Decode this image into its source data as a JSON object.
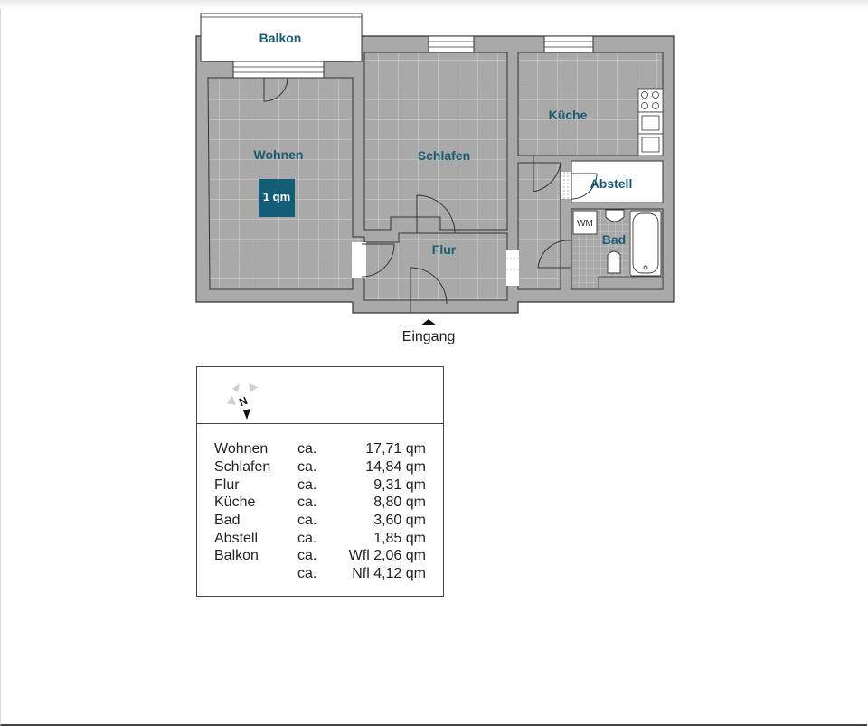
{
  "rooms": {
    "balkon": "Balkon",
    "wohnen": "Wohnen",
    "schlafen": "Schlafen",
    "kueche": "Küche",
    "abstell": "Abstell",
    "flur": "Flur",
    "bad": "Bad"
  },
  "fixtures": {
    "washer": "WM"
  },
  "scale_marker": "1 qm",
  "entrance": "Eingang",
  "compass": {
    "north": "N"
  },
  "areas": [
    {
      "room": "Wohnen",
      "prefix": "ca.",
      "value": "17,71 qm"
    },
    {
      "room": "Schlafen",
      "prefix": "ca.",
      "value": "14,84 qm"
    },
    {
      "room": "Flur",
      "prefix": "ca.",
      "value": "9,31 qm"
    },
    {
      "room": "Küche",
      "prefix": "ca.",
      "value": "8,80 qm"
    },
    {
      "room": "Bad",
      "prefix": "ca.",
      "value": "3,60 qm"
    },
    {
      "room": "Abstell",
      "prefix": "ca.",
      "value": "1,85 qm"
    },
    {
      "room": "Balkon",
      "prefix": "ca.",
      "value": "Wfl 2,06 qm"
    },
    {
      "room": "",
      "prefix": "ca.",
      "value": "Nfl 4,12 qm"
    }
  ],
  "colors": {
    "wall": "#a9a9a9",
    "wall_outline": "#333333",
    "label": "#1b5b74",
    "scale_marker_fill": "#135d77",
    "tile_grid": "#d4d4d4"
  }
}
